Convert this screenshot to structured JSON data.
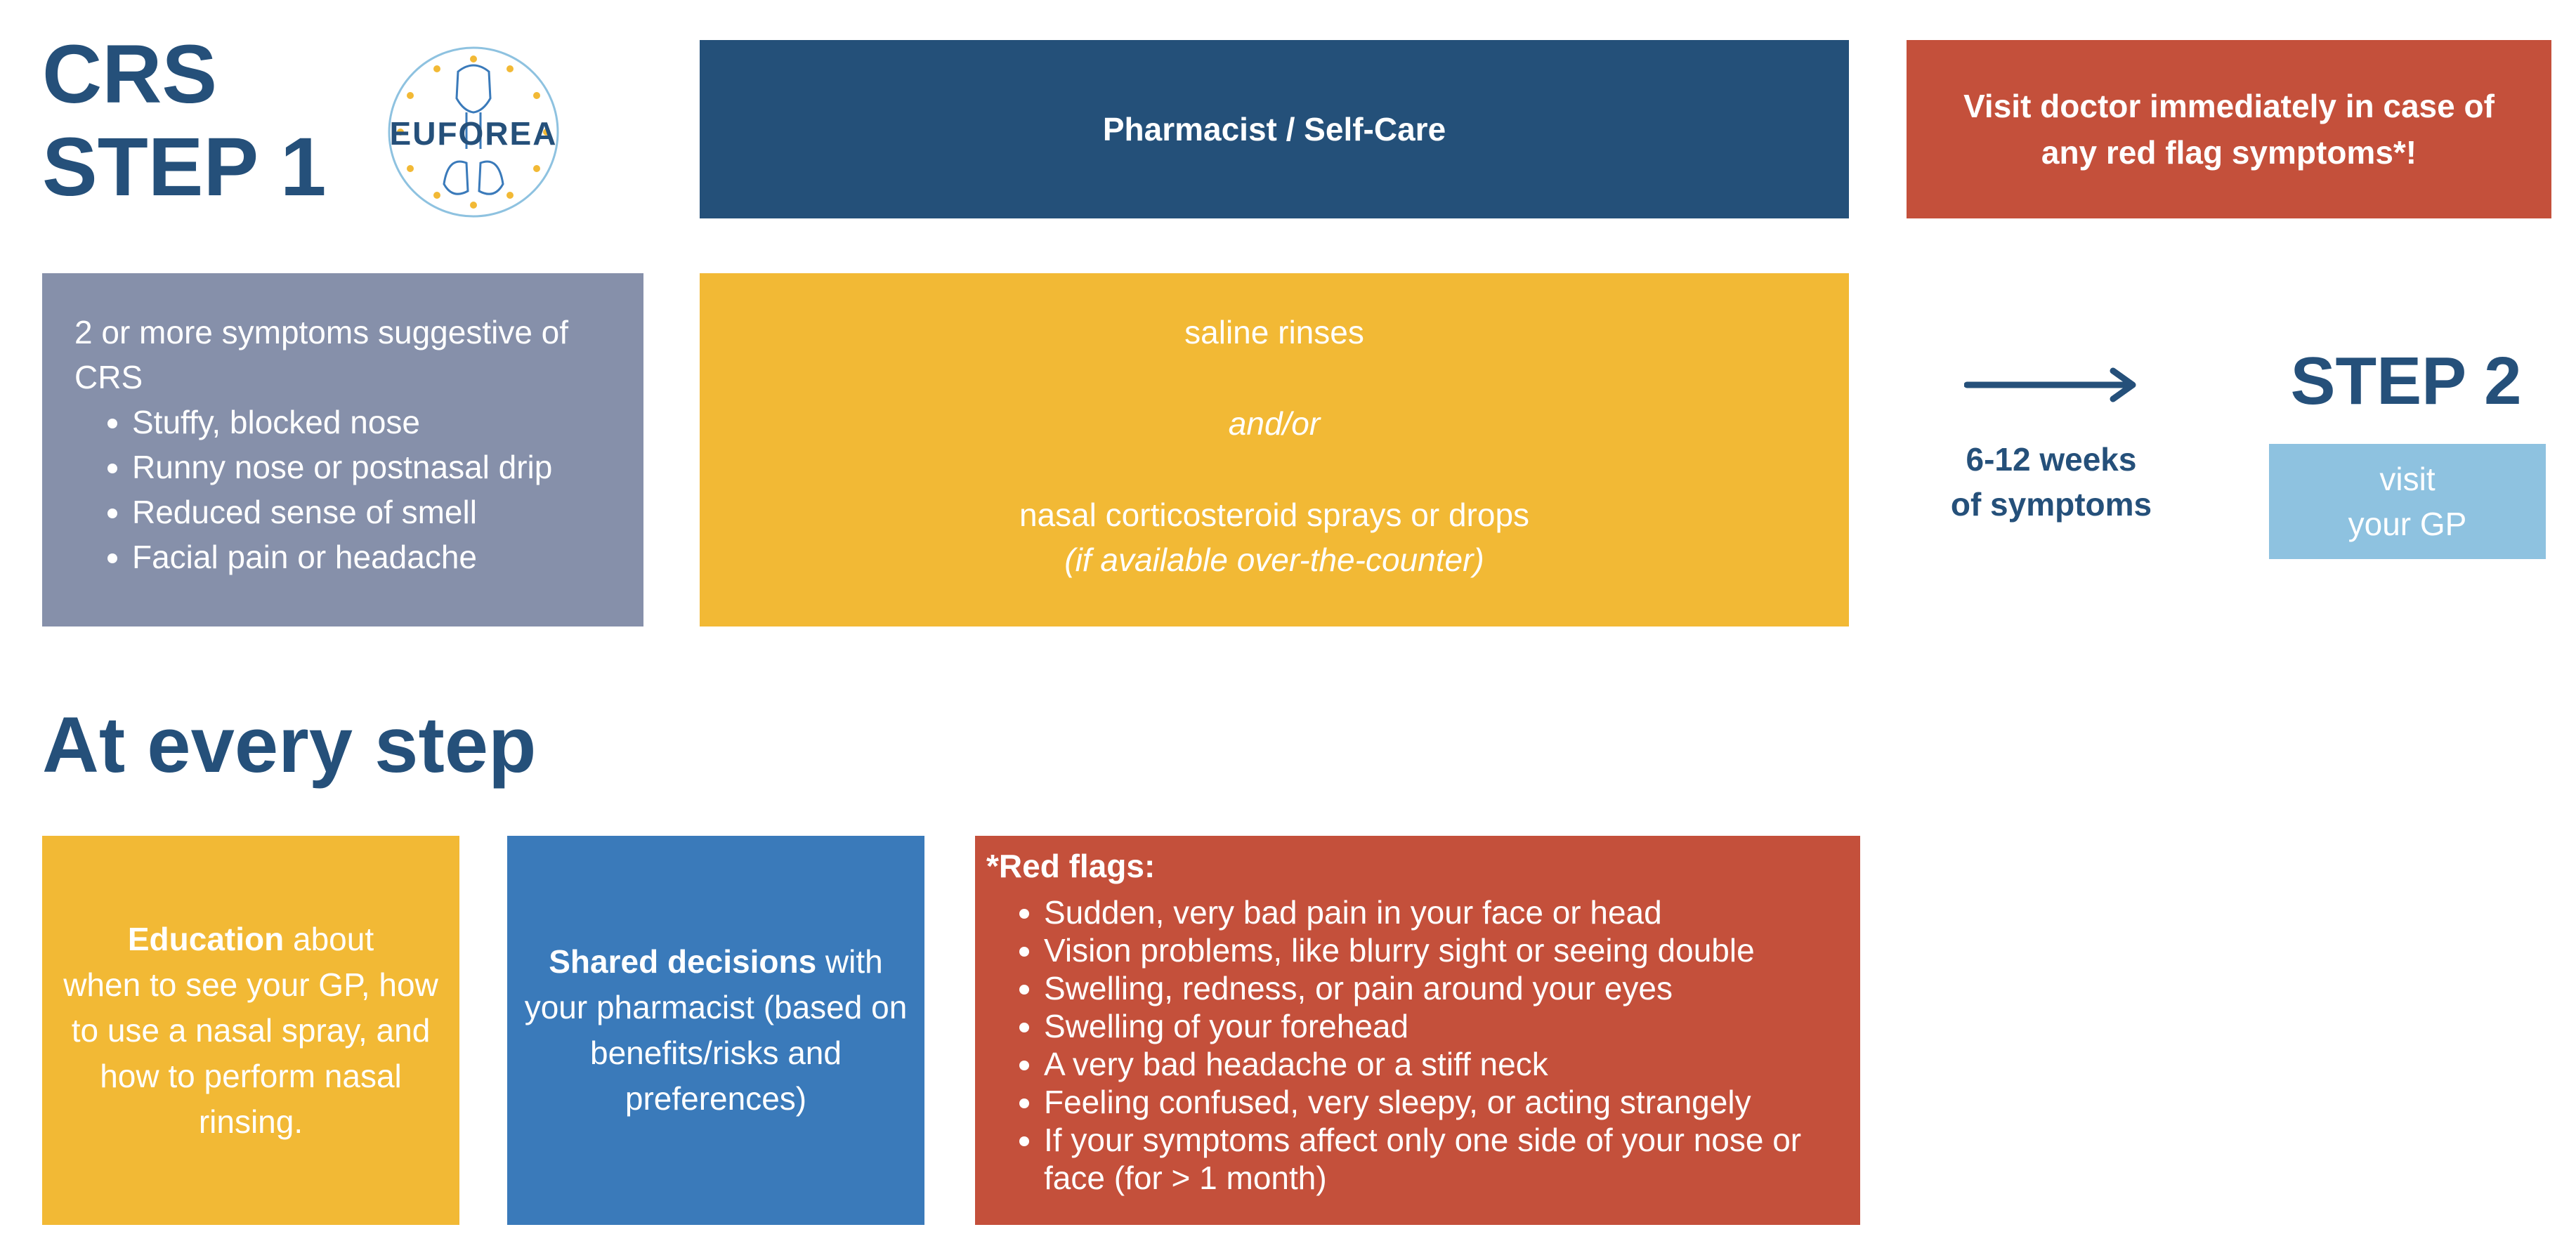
{
  "header": {
    "title_line1": "CRS",
    "title_line2": "STEP 1",
    "logo_text": "EUFOREA",
    "pharmacist_label": "Pharmacist / Self-Care",
    "visit_doctor": "Visit doctor immediately in case of any red flag symptoms*!"
  },
  "symptoms": {
    "intro": "2 or more symptoms suggestive of CRS",
    "items": [
      "Stuffy, blocked nose",
      "Runny nose or postnasal drip",
      "Reduced sense of smell",
      "Facial pain or headache"
    ]
  },
  "treatment": {
    "line1": "saline rinses",
    "line2": "and/or",
    "line3": "nasal corticosteroid sprays or drops",
    "line4": "(if available over-the-counter)"
  },
  "progression": {
    "weeks_line1": "6-12 weeks",
    "weeks_line2": "of symptoms",
    "step2_title": "STEP 2",
    "gp_line1": "visit",
    "gp_line2": "your GP"
  },
  "every_step": {
    "heading": "At every step",
    "education_bold": "Education",
    "education_rest1": " about",
    "education_rest2": "when to see your GP, how to use a nasal spray, and how to perform nasal rinsing.",
    "shared_bold": "Shared decisions",
    "shared_rest1": " with",
    "shared_rest2": "your pharmacist (based on benefits/risks and preferences)",
    "red_flags_title": "*Red flags:",
    "red_flags": [
      "Sudden, very bad pain in your face or head",
      "Vision problems, like blurry sight or seeing double",
      "Swelling, redness, or pain around your eyes",
      "Swelling of your forehead",
      "A very bad headache or a stiff neck",
      "Feeling confused, very sleepy, or acting strangely",
      "If your symptoms affect only one side of your nose or face (for > 1 month)"
    ]
  },
  "colors": {
    "navy": "#245079",
    "red": "#c4503b",
    "grey_blue": "#8690aa",
    "yellow": "#f2b935",
    "blue": "#3a7aba",
    "light_blue": "#8ec2e0",
    "heading_blue": "#25507a"
  },
  "icons": {
    "logo": "lungs-figure-icon",
    "arrow": "arrow-right-icon"
  }
}
